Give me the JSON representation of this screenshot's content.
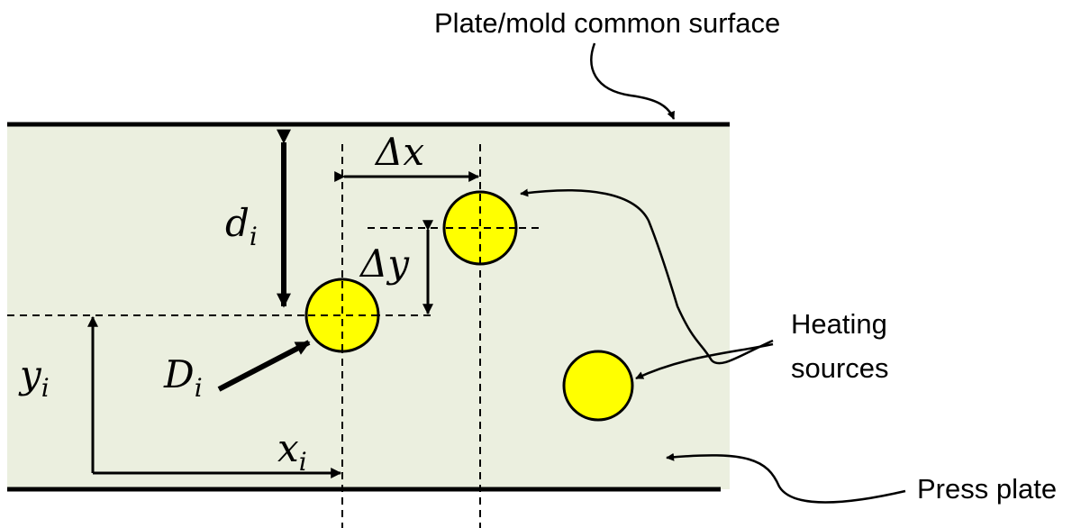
{
  "labels": {
    "plate_surface": "Plate/mold common surface",
    "heating_line1": "Heating",
    "heating_line2": "sources",
    "press_plate": "Press plate"
  },
  "math": {
    "delta_x": "Δx",
    "delta_y": "Δy",
    "d_main": "d",
    "d_sub": "i",
    "y_main": "y",
    "y_sub": "i",
    "D_main": "D",
    "D_sub": "i",
    "x_main": "x",
    "x_sub": "i"
  },
  "colors": {
    "plate_fill": "#ebefdf",
    "heater_fill": "#ffff00",
    "outline": "#000000"
  }
}
